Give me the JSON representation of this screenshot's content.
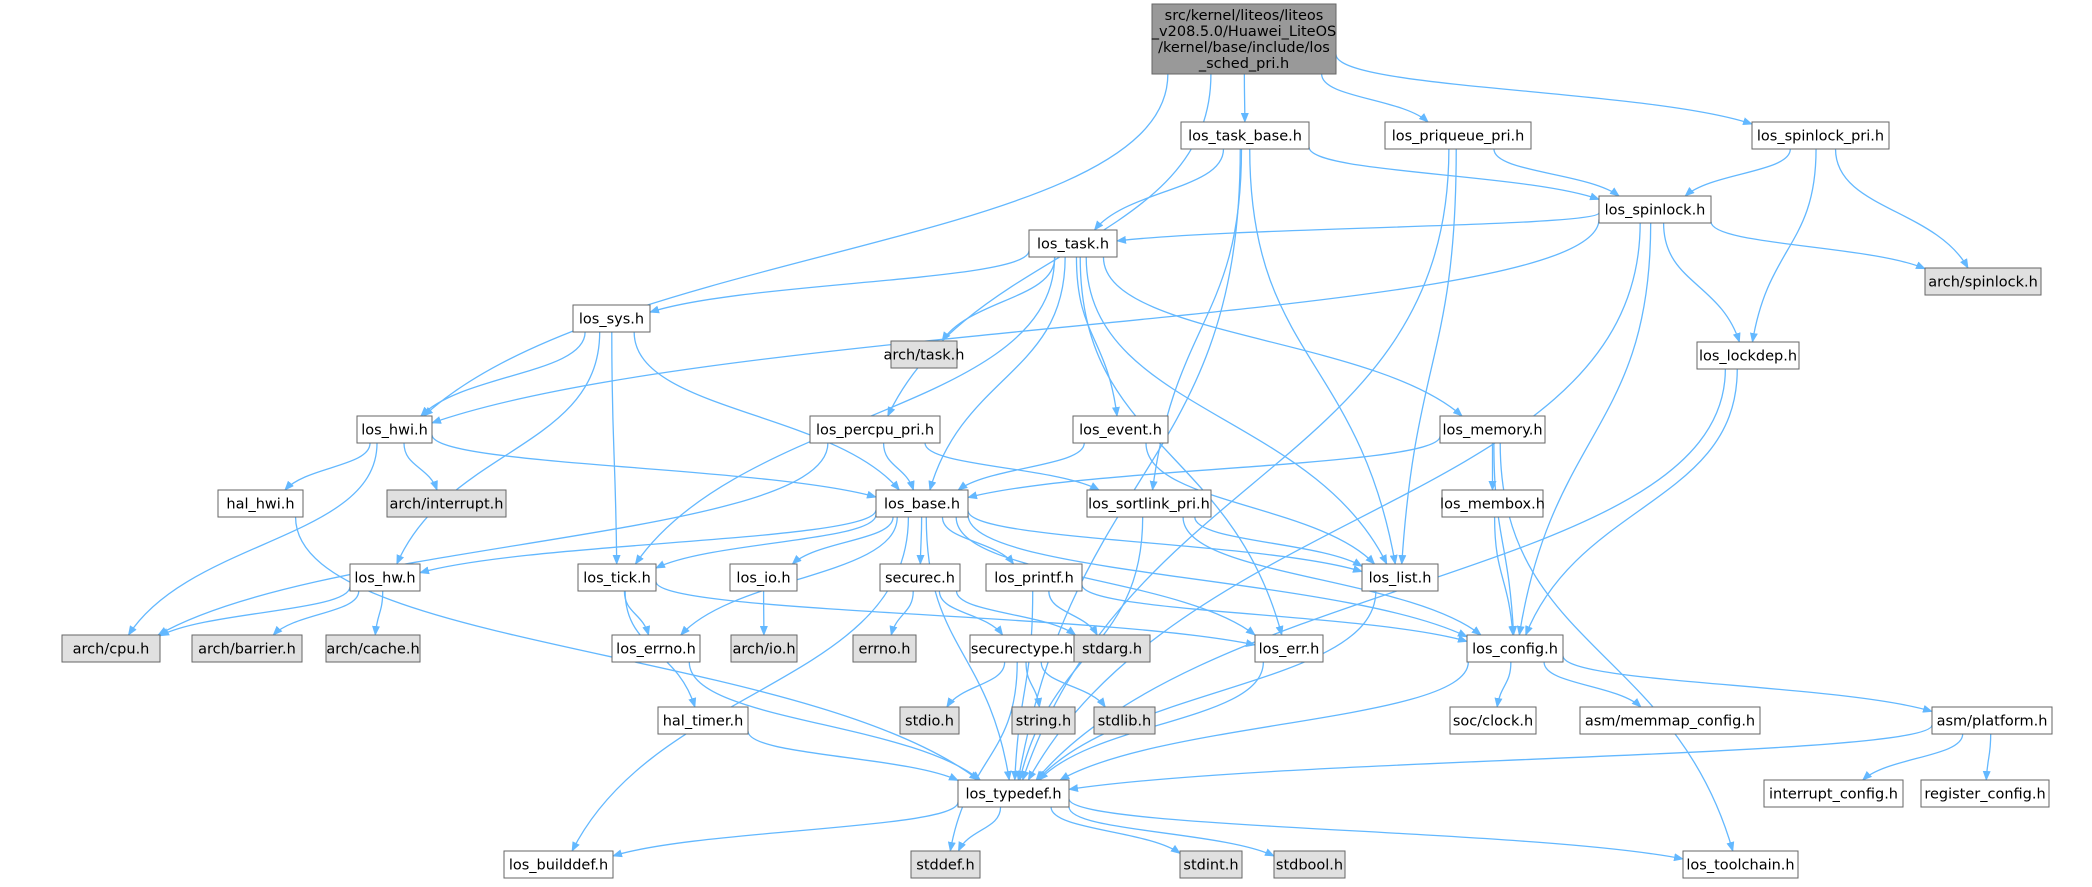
{
  "colors": {
    "edge": "#63b8ff",
    "root_fill": "#999999",
    "node_fill": "#ffffff",
    "external_fill": "#e0e0e0",
    "node_border": "#666666",
    "external_border": "#999999"
  },
  "nodes": [
    {
      "id": "root",
      "label_lines": [
        "src/kernel/liteos/liteos",
        "_v208.5.0/Huawei_LiteOS",
        "/kernel/base/include/los",
        "_sched_pri.h"
      ],
      "kind": "root"
    },
    {
      "id": "los_task_base",
      "label_lines": [
        "los_task_base.h"
      ],
      "kind": "file"
    },
    {
      "id": "los_priqueue_pri",
      "label_lines": [
        "los_priqueue_pri.h"
      ],
      "kind": "file"
    },
    {
      "id": "los_spinlock_pri",
      "label_lines": [
        "los_spinlock_pri.h"
      ],
      "kind": "file"
    },
    {
      "id": "los_spinlock",
      "label_lines": [
        "los_spinlock.h"
      ],
      "kind": "file"
    },
    {
      "id": "arch_spinlock",
      "label_lines": [
        "arch/spinlock.h"
      ],
      "kind": "external"
    },
    {
      "id": "los_task",
      "label_lines": [
        "los_task.h"
      ],
      "kind": "file"
    },
    {
      "id": "los_sys",
      "label_lines": [
        "los_sys.h"
      ],
      "kind": "file"
    },
    {
      "id": "arch_task",
      "label_lines": [
        "arch/task.h"
      ],
      "kind": "external"
    },
    {
      "id": "los_lockdep",
      "label_lines": [
        "los_lockdep.h"
      ],
      "kind": "file"
    },
    {
      "id": "los_hwi",
      "label_lines": [
        "los_hwi.h"
      ],
      "kind": "file"
    },
    {
      "id": "los_percpu_pri",
      "label_lines": [
        "los_percpu_pri.h"
      ],
      "kind": "file"
    },
    {
      "id": "los_event",
      "label_lines": [
        "los_event.h"
      ],
      "kind": "file"
    },
    {
      "id": "los_memory",
      "label_lines": [
        "los_memory.h"
      ],
      "kind": "file"
    },
    {
      "id": "hal_hwi",
      "label_lines": [
        "hal_hwi.h"
      ],
      "kind": "file"
    },
    {
      "id": "arch_interrupt",
      "label_lines": [
        "arch/interrupt.h"
      ],
      "kind": "external"
    },
    {
      "id": "los_base",
      "label_lines": [
        "los_base.h"
      ],
      "kind": "file"
    },
    {
      "id": "los_sortlink_pri",
      "label_lines": [
        "los_sortlink_pri.h"
      ],
      "kind": "file"
    },
    {
      "id": "los_membox",
      "label_lines": [
        "los_membox.h"
      ],
      "kind": "file"
    },
    {
      "id": "los_hw",
      "label_lines": [
        "los_hw.h"
      ],
      "kind": "file"
    },
    {
      "id": "los_tick",
      "label_lines": [
        "los_tick.h"
      ],
      "kind": "file"
    },
    {
      "id": "los_io",
      "label_lines": [
        "los_io.h"
      ],
      "kind": "file"
    },
    {
      "id": "securec",
      "label_lines": [
        "securec.h"
      ],
      "kind": "file"
    },
    {
      "id": "los_printf",
      "label_lines": [
        "los_printf.h"
      ],
      "kind": "file"
    },
    {
      "id": "los_list",
      "label_lines": [
        "los_list.h"
      ],
      "kind": "file"
    },
    {
      "id": "arch_cpu",
      "label_lines": [
        "arch/cpu.h"
      ],
      "kind": "external"
    },
    {
      "id": "arch_barrier",
      "label_lines": [
        "arch/barrier.h"
      ],
      "kind": "external"
    },
    {
      "id": "arch_cache",
      "label_lines": [
        "arch/cache.h"
      ],
      "kind": "external"
    },
    {
      "id": "los_errno",
      "label_lines": [
        "los_errno.h"
      ],
      "kind": "file"
    },
    {
      "id": "arch_io",
      "label_lines": [
        "arch/io.h"
      ],
      "kind": "external"
    },
    {
      "id": "errno_h",
      "label_lines": [
        "errno.h"
      ],
      "kind": "external"
    },
    {
      "id": "securectype",
      "label_lines": [
        "securectype.h"
      ],
      "kind": "file"
    },
    {
      "id": "stdarg",
      "label_lines": [
        "stdarg.h"
      ],
      "kind": "external"
    },
    {
      "id": "los_err",
      "label_lines": [
        "los_err.h"
      ],
      "kind": "file"
    },
    {
      "id": "los_config",
      "label_lines": [
        "los_config.h"
      ],
      "kind": "file"
    },
    {
      "id": "stdio",
      "label_lines": [
        "stdio.h"
      ],
      "kind": "external"
    },
    {
      "id": "string_h",
      "label_lines": [
        "string.h"
      ],
      "kind": "external"
    },
    {
      "id": "stdlib",
      "label_lines": [
        "stdlib.h"
      ],
      "kind": "external"
    },
    {
      "id": "hal_timer",
      "label_lines": [
        "hal_timer.h"
      ],
      "kind": "file"
    },
    {
      "id": "soc_clock",
      "label_lines": [
        "soc/clock.h"
      ],
      "kind": "file"
    },
    {
      "id": "asm_memmap",
      "label_lines": [
        "asm/memmap_config.h"
      ],
      "kind": "file"
    },
    {
      "id": "asm_platform",
      "label_lines": [
        "asm/platform.h"
      ],
      "kind": "file"
    },
    {
      "id": "los_typedef",
      "label_lines": [
        "los_typedef.h"
      ],
      "kind": "file"
    },
    {
      "id": "interrupt_config",
      "label_lines": [
        "interrupt_config.h"
      ],
      "kind": "file"
    },
    {
      "id": "register_config",
      "label_lines": [
        "register_config.h"
      ],
      "kind": "file"
    },
    {
      "id": "los_builddef",
      "label_lines": [
        "los_builddef.h"
      ],
      "kind": "file"
    },
    {
      "id": "stddef",
      "label_lines": [
        "stddef.h"
      ],
      "kind": "external"
    },
    {
      "id": "stdint",
      "label_lines": [
        "stdint.h"
      ],
      "kind": "external"
    },
    {
      "id": "stdbool",
      "label_lines": [
        "stdbool.h"
      ],
      "kind": "external"
    },
    {
      "id": "los_toolchain",
      "label_lines": [
        "los_toolchain.h"
      ],
      "kind": "file"
    }
  ],
  "edges": [
    [
      "root",
      "los_hwi"
    ],
    [
      "root",
      "los_percpu_pri"
    ],
    [
      "root",
      "los_task_base"
    ],
    [
      "root",
      "los_priqueue_pri"
    ],
    [
      "root",
      "los_spinlock_pri"
    ],
    [
      "los_task_base",
      "los_typedef"
    ],
    [
      "los_task_base",
      "los_spinlock"
    ],
    [
      "los_task_base",
      "los_task"
    ],
    [
      "los_task_base",
      "los_sortlink_pri"
    ],
    [
      "los_task_base",
      "los_list"
    ],
    [
      "los_priqueue_pri",
      "los_spinlock"
    ],
    [
      "los_priqueue_pri",
      "los_list"
    ],
    [
      "los_priqueue_pri",
      "los_typedef"
    ],
    [
      "los_spinlock_pri",
      "los_spinlock"
    ],
    [
      "los_spinlock_pri",
      "arch_spinlock"
    ],
    [
      "los_spinlock_pri",
      "los_lockdep"
    ],
    [
      "los_spinlock",
      "los_hwi"
    ],
    [
      "los_spinlock",
      "los_task"
    ],
    [
      "los_spinlock",
      "arch_spinlock"
    ],
    [
      "los_spinlock",
      "los_lockdep"
    ],
    [
      "los_spinlock",
      "los_config"
    ],
    [
      "los_spinlock",
      "los_typedef"
    ],
    [
      "los_task",
      "los_sys"
    ],
    [
      "los_task",
      "arch_task"
    ],
    [
      "los_task",
      "los_tick"
    ],
    [
      "los_task",
      "los_base"
    ],
    [
      "los_task",
      "los_err"
    ],
    [
      "los_task",
      "los_event"
    ],
    [
      "los_task",
      "los_list"
    ],
    [
      "los_task",
      "los_memory"
    ],
    [
      "los_sys",
      "los_hwi"
    ],
    [
      "los_sys",
      "los_base"
    ],
    [
      "los_sys",
      "los_hw"
    ],
    [
      "los_sys",
      "los_tick"
    ],
    [
      "los_lockdep",
      "los_config"
    ],
    [
      "los_lockdep",
      "los_typedef"
    ],
    [
      "los_hwi",
      "arch_cpu"
    ],
    [
      "los_hwi",
      "hal_hwi"
    ],
    [
      "los_hwi",
      "arch_interrupt"
    ],
    [
      "los_hwi",
      "los_base"
    ],
    [
      "los_percpu_pri",
      "arch_cpu"
    ],
    [
      "los_percpu_pri",
      "los_base"
    ],
    [
      "los_percpu_pri",
      "los_sortlink_pri"
    ],
    [
      "los_event",
      "los_base"
    ],
    [
      "los_event",
      "los_list"
    ],
    [
      "los_memory",
      "los_base"
    ],
    [
      "los_memory",
      "los_membox"
    ],
    [
      "los_memory",
      "los_config"
    ],
    [
      "los_memory",
      "los_toolchain"
    ],
    [
      "hal_hwi",
      "los_typedef"
    ],
    [
      "los_base",
      "los_builddef"
    ],
    [
      "los_base",
      "los_hw"
    ],
    [
      "los_base",
      "los_tick"
    ],
    [
      "los_base",
      "los_errno"
    ],
    [
      "los_base",
      "los_io"
    ],
    [
      "los_base",
      "securec"
    ],
    [
      "los_base",
      "los_printf"
    ],
    [
      "los_base",
      "los_list"
    ],
    [
      "los_base",
      "los_err"
    ],
    [
      "los_base",
      "los_config"
    ],
    [
      "los_base",
      "los_typedef"
    ],
    [
      "los_sortlink_pri",
      "los_typedef"
    ],
    [
      "los_sortlink_pri",
      "los_list"
    ],
    [
      "los_sortlink_pri",
      "los_config"
    ],
    [
      "los_membox",
      "los_config"
    ],
    [
      "los_hw",
      "arch_cpu"
    ],
    [
      "los_hw",
      "arch_barrier"
    ],
    [
      "los_hw",
      "arch_cache"
    ],
    [
      "los_tick",
      "los_errno"
    ],
    [
      "los_tick",
      "hal_timer"
    ],
    [
      "los_tick",
      "los_err"
    ],
    [
      "los_io",
      "arch_io"
    ],
    [
      "securec",
      "errno_h"
    ],
    [
      "securec",
      "securectype"
    ],
    [
      "securec",
      "stdarg"
    ],
    [
      "los_printf",
      "stdarg"
    ],
    [
      "los_printf",
      "los_config"
    ],
    [
      "los_printf",
      "los_typedef"
    ],
    [
      "los_list",
      "los_typedef"
    ],
    [
      "los_errno",
      "los_typedef"
    ],
    [
      "securectype",
      "stddef"
    ],
    [
      "securectype",
      "stdio"
    ],
    [
      "securectype",
      "string_h"
    ],
    [
      "securectype",
      "stdlib"
    ],
    [
      "los_err",
      "los_typedef"
    ],
    [
      "los_config",
      "los_typedef"
    ],
    [
      "los_config",
      "soc_clock"
    ],
    [
      "los_config",
      "asm_memmap"
    ],
    [
      "los_config",
      "asm_platform"
    ],
    [
      "hal_timer",
      "los_typedef"
    ],
    [
      "asm_platform",
      "los_typedef"
    ],
    [
      "asm_platform",
      "interrupt_config"
    ],
    [
      "asm_platform",
      "register_config"
    ],
    [
      "los_typedef",
      "los_builddef"
    ],
    [
      "los_typedef",
      "stddef"
    ],
    [
      "los_typedef",
      "stdint"
    ],
    [
      "los_typedef",
      "stdbool"
    ],
    [
      "los_typedef",
      "los_toolchain"
    ]
  ]
}
